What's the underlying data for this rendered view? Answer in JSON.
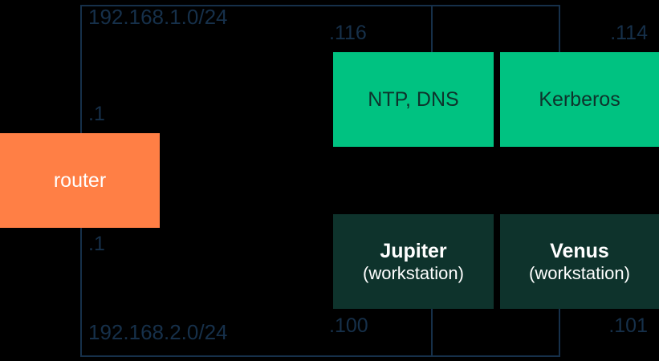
{
  "diagram": {
    "title": "network-topology",
    "background_color": "#000000",
    "line_color": "#16304A",
    "subnets": [
      {
        "id": "top",
        "label": "192.168.1.0/24"
      },
      {
        "id": "bottom",
        "label": "192.168.2.0/24"
      }
    ],
    "router": {
      "label": "router",
      "color": "#FF7F45",
      "text_color": "#FFFFFF",
      "interfaces": [
        {
          "id": "top",
          "address": ".1"
        },
        {
          "id": "bottom",
          "address": ".1"
        }
      ]
    },
    "nodes": [
      {
        "id": "ntp-dns",
        "label": "NTP, DNS",
        "sublabel": "",
        "address": ".116",
        "subnet": "192.168.1.0/24",
        "color": "#00C281",
        "text_color": "#0E332C",
        "kind": "service"
      },
      {
        "id": "kerberos",
        "label": "Kerberos",
        "sublabel": "",
        "address": ".114",
        "subnet": "192.168.1.0/24",
        "color": "#00C281",
        "text_color": "#0E332C",
        "kind": "service"
      },
      {
        "id": "jupiter",
        "label": "Jupiter",
        "sublabel": "(workstation)",
        "address": ".100",
        "subnet": "192.168.2.0/24",
        "color": "#0E332C",
        "text_color": "#FFFFFF",
        "kind": "workstation"
      },
      {
        "id": "venus",
        "label": "Venus",
        "sublabel": "(workstation)",
        "address": ".101",
        "subnet": "192.168.2.0/24",
        "color": "#0E332C",
        "text_color": "#FFFFFF",
        "kind": "workstation"
      }
    ]
  }
}
